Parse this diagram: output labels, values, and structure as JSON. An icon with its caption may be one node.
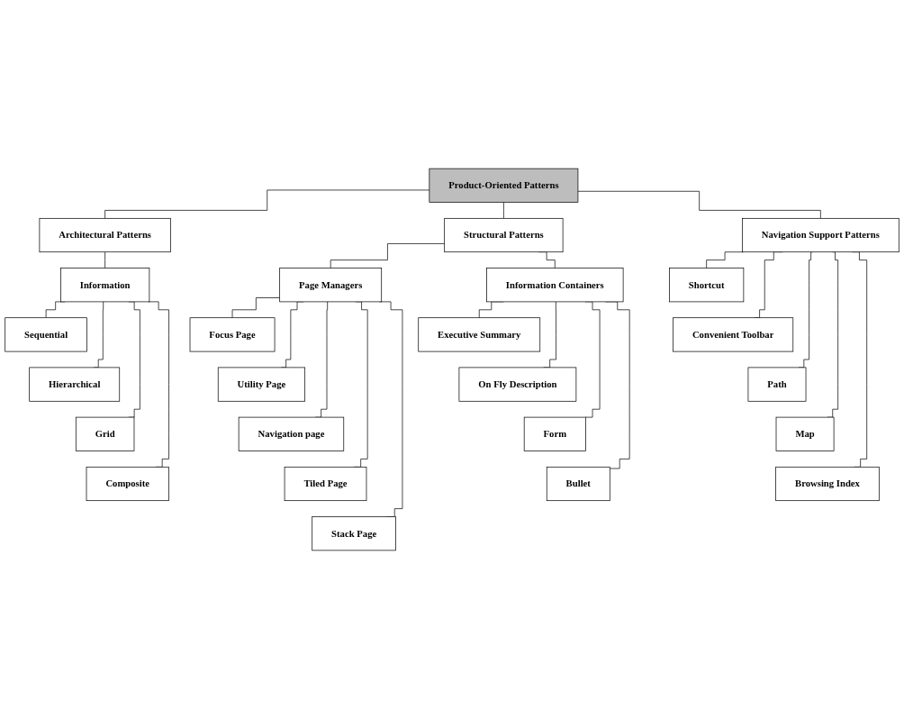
{
  "diagram": {
    "nodes": [
      {
        "text": [
          "Product-Oriented Patterns"
        ]
      },
      {
        "text": [
          "Architectural Patterns"
        ]
      },
      {
        "text": [
          "Structural Patterns"
        ]
      },
      {
        "text": [
          "Navigation Support Patterns"
        ]
      },
      {
        "text": [
          "Information"
        ]
      },
      {
        "text": [
          "Sequential"
        ]
      },
      {
        "text": [
          "Hierarchical"
        ]
      },
      {
        "text": [
          "Grid"
        ]
      },
      {
        "text": [
          "Composite"
        ]
      },
      {
        "text": [
          "Page Managers"
        ]
      },
      {
        "text": [
          "Information Containers"
        ]
      },
      {
        "text": [
          "Focus Page"
        ]
      },
      {
        "text": [
          "Utility Page"
        ]
      },
      {
        "text": [
          "Navigation page"
        ]
      },
      {
        "text": [
          "Tiled Page"
        ]
      },
      {
        "text": [
          "Stack Page"
        ]
      },
      {
        "text": [
          "Executive Summary"
        ]
      },
      {
        "text": [
          "On Fly Description"
        ]
      },
      {
        "text": [
          "Form"
        ]
      },
      {
        "text": [
          "Bullet"
        ]
      },
      {
        "text": [
          "Shortcut"
        ]
      },
      {
        "text": [
          "Convenient Toolbar"
        ]
      },
      {
        "text": [
          "Path"
        ]
      },
      {
        "text": [
          "Map"
        ]
      },
      {
        "text": [
          "Browsing Index"
        ]
      }
    ],
    "edges": [
      {
        "from": 0,
        "to": 1,
        "arrow": "none"
      },
      {
        "from": 0,
        "to": 2,
        "arrow": "none"
      },
      {
        "from": 0,
        "to": 3,
        "arrow": "none"
      },
      {
        "from": 1,
        "to": 4,
        "arrow": "none"
      },
      {
        "from": 4,
        "to": 5,
        "arrow": "none"
      },
      {
        "from": 4,
        "to": 6,
        "arrow": "none"
      },
      {
        "from": 4,
        "to": 7,
        "arrow": "none"
      },
      {
        "from": 4,
        "to": 8,
        "arrow": "none"
      },
      {
        "from": 2,
        "to": 9,
        "arrow": "none"
      },
      {
        "from": 2,
        "to": 10,
        "arrow": "none"
      },
      {
        "from": 9,
        "to": 11,
        "arrow": "none"
      },
      {
        "from": 9,
        "to": 12,
        "arrow": "none"
      },
      {
        "from": 9,
        "to": 13,
        "arrow": "none"
      },
      {
        "from": 9,
        "to": 14,
        "arrow": "none"
      },
      {
        "from": 9,
        "to": 15,
        "arrow": "none"
      },
      {
        "from": 10,
        "to": 16,
        "arrow": "none"
      },
      {
        "from": 10,
        "to": 17,
        "arrow": "none"
      },
      {
        "from": 10,
        "to": 18,
        "arrow": "none"
      },
      {
        "from": 10,
        "to": 19,
        "arrow": "none"
      },
      {
        "from": 3,
        "to": 20,
        "arrow": "none"
      },
      {
        "from": 3,
        "to": 21,
        "arrow": "none"
      },
      {
        "from": 3,
        "to": 22,
        "arrow": "none"
      },
      {
        "from": 3,
        "to": 23,
        "arrow": "none"
      },
      {
        "from": 3,
        "to": 24,
        "arrow": "none"
      }
    ]
  }
}
